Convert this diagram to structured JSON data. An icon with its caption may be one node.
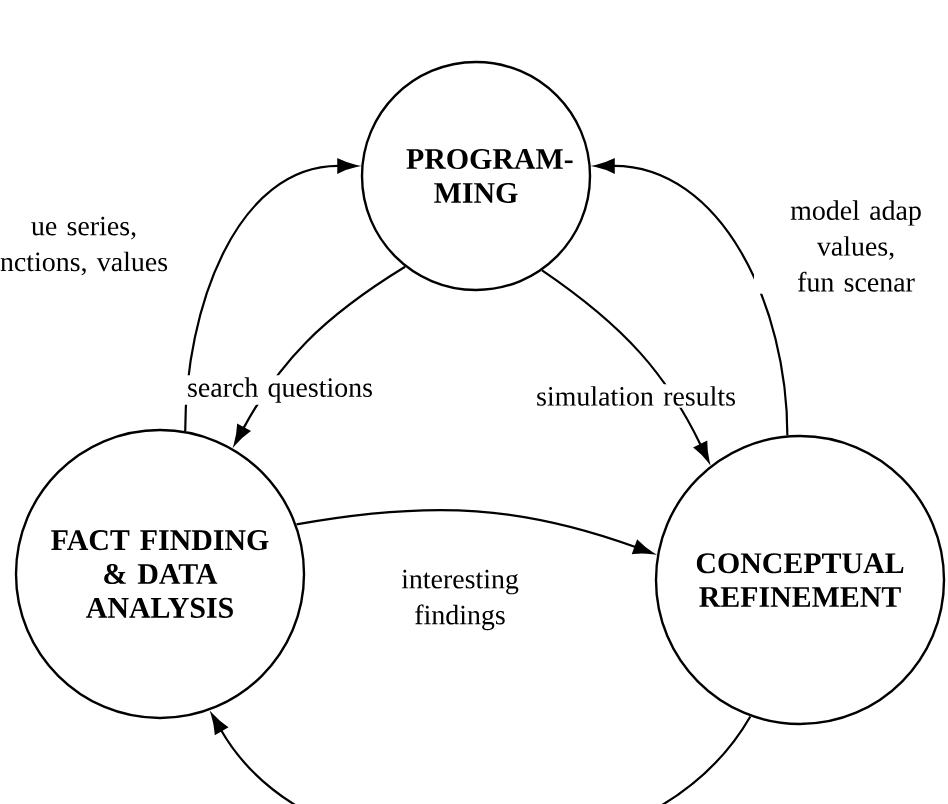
{
  "diagram": {
    "nodes": [
      {
        "text": [
          "PROGRAM- MING"
        ]
      },
      {
        "text": [
          "FACT FINDING & DATA ANALYSIS"
        ]
      },
      {
        "text": [
          "CONCEPTUAL REFINEMENT"
        ]
      }
    ],
    "edges": [
      {
        "from": 0,
        "to": 1,
        "arrow": "to",
        "label": "search questions"
      },
      {
        "from": 0,
        "to": 2,
        "arrow": "to",
        "label": "simulation results"
      },
      {
        "from": 1,
        "to": 2,
        "arrow": "to",
        "label": "interesting findings"
      },
      {
        "from": 1,
        "to": 0,
        "arrow": "to",
        "label": "ue series, nctions, values"
      },
      {
        "from": 2,
        "to": 0,
        "arrow": "to",
        "label": "model adap values, fun scenar"
      },
      {
        "from": 2,
        "to": 1,
        "arrow": "to"
      }
    ]
  }
}
